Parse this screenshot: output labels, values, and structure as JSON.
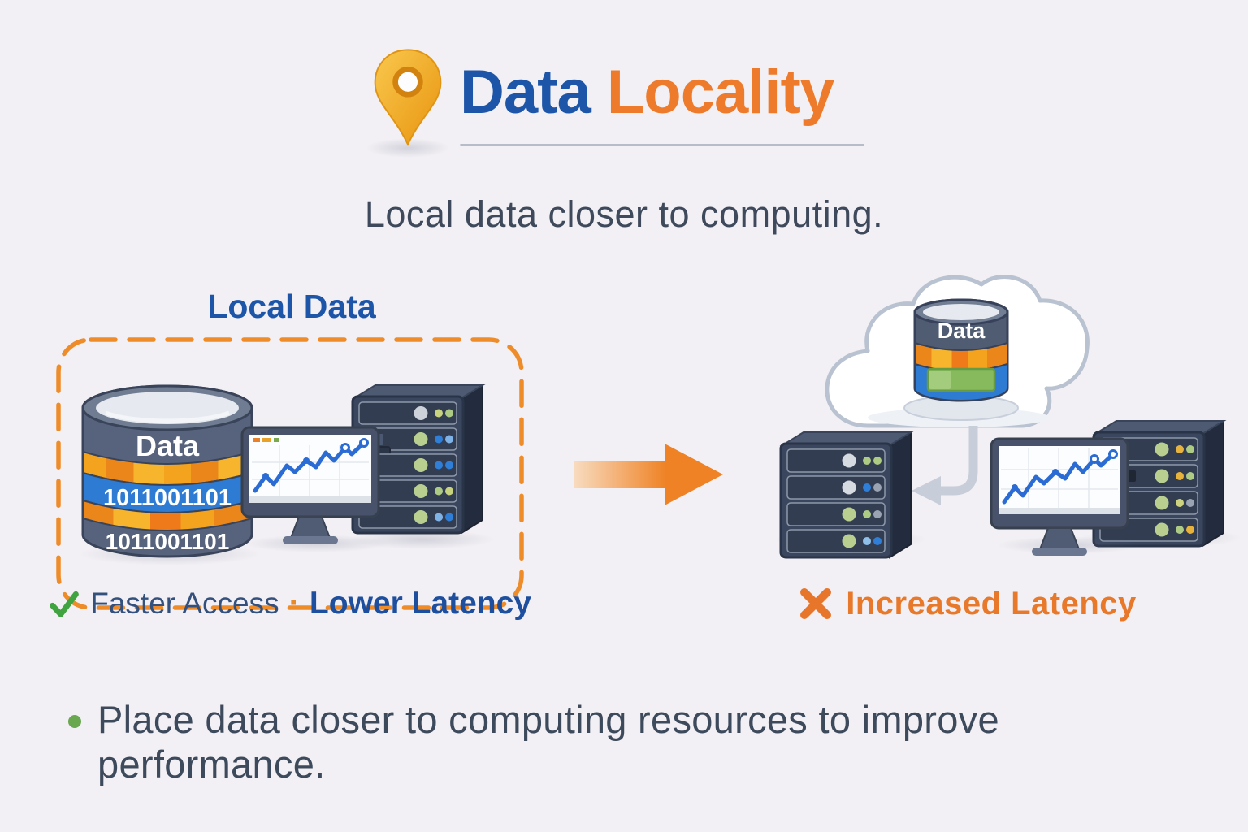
{
  "colors": {
    "background": "#f2f0f4",
    "title_blue": "#1d56a8",
    "title_orange": "#ee7b2b",
    "body_text_slate": "#3e4a5c",
    "dashed_border_orange": "#ef8c2a",
    "check_green": "#3fa33f",
    "increased_latency_orange": "#e8792a",
    "bullet_green": "#6aa84f",
    "database_blue_band": "#2e7bd4",
    "database_orange_band": "#f4a31e",
    "server_navy": "#3a465e",
    "chart_line_blue": "#2a6cd4",
    "cloud_outline_gray": "#b9c2d0",
    "pin_gold": "#f2b130"
  },
  "header": {
    "icon": "location-pin-icon",
    "title": {
      "blue": "Data",
      "orange": "Locality"
    },
    "subtitle": "Local data closer to computing."
  },
  "local_section": {
    "label": "Local Data",
    "database": {
      "title": "Data",
      "binary_row_blue": "1011001101",
      "binary_row_dark": "1011001101"
    },
    "caption": {
      "icon": "check-icon",
      "feature_1": "Faster Access",
      "separator": "·",
      "feature_2": "Lower Latency"
    }
  },
  "remote_section": {
    "cloud_database": {
      "title": "Data"
    },
    "caption": {
      "icon": "x-icon",
      "text": "Increased Latency"
    }
  },
  "footer": {
    "text": "Place data closer to computing resources to improve performance."
  }
}
